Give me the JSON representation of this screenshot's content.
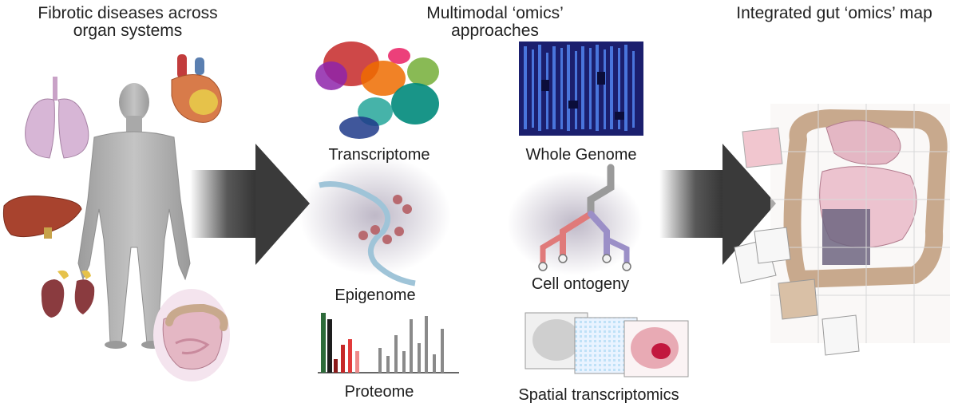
{
  "captions": {
    "left_line1": "Fibrotic diseases across",
    "left_line2": "organ systems",
    "middle_line1": "Multimodal ‘omics’",
    "middle_line2": "approaches",
    "right": "Integrated gut ‘omics’ map"
  },
  "omics_labels": {
    "transcriptome": "Transcriptome",
    "whole_genome": "Whole Genome",
    "epigenome": "Epigenome",
    "cell_ontogeny": "Cell ontogeny",
    "proteome": "Proteome",
    "spatial": "Spatial transcriptomics"
  },
  "colors": {
    "arrow": "#3a3a3a",
    "body": "#b0b0b0",
    "lung": "#d7b6d6",
    "liver": "#a8432e",
    "gut": "#e4b7c4",
    "genome_bg": "#1b1f6e"
  }
}
